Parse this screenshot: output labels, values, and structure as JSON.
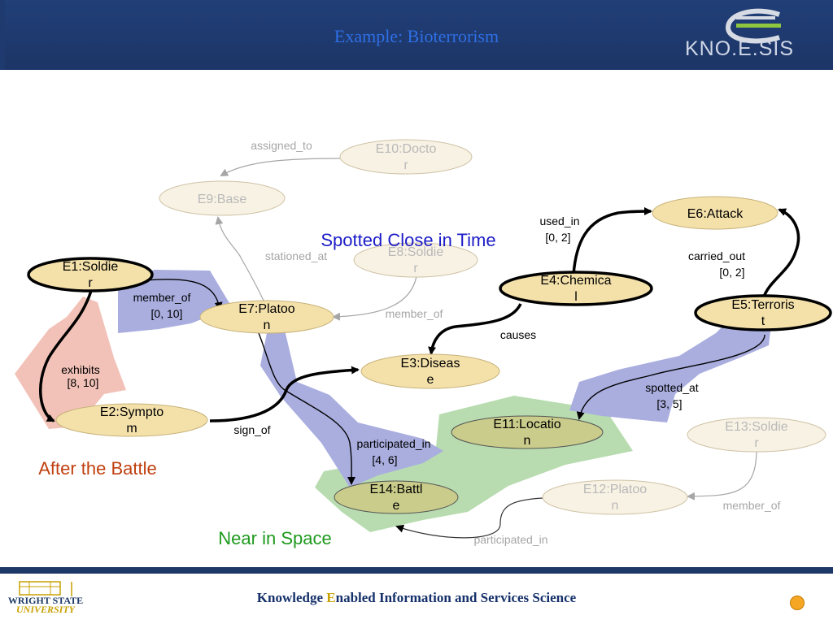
{
  "header": {
    "title": "Example: Bioterrorism",
    "logo_text": "KNO.E.SIS"
  },
  "footer": {
    "text_pre": "Knowledge ",
    "text_accent": "E",
    "text_post": "nabled Information and Services Science",
    "university_line1": "WRIGHT STATE",
    "university_line2": "UNIVERSITY"
  },
  "colors": {
    "node_active": "#f4e1aa",
    "node_faded": "#f8f2e4",
    "node_location": "#c9cc8a",
    "time_region": "#a9aedf",
    "space_region": "#b8dcb0",
    "battle_region": "#f2c2b8"
  },
  "nodes": {
    "e1": {
      "line1": "E1:Soldie",
      "line2": "r"
    },
    "e2": {
      "line1": "E2:Sympto",
      "line2": "m"
    },
    "e3": {
      "line1": "E3:Diseas",
      "line2": "e"
    },
    "e4": {
      "line1": "E4:Chemica",
      "line2": "l"
    },
    "e5": {
      "line1": "E5:Terroris",
      "line2": "t"
    },
    "e6": {
      "line1": "E6:Attack",
      "line2": ""
    },
    "e7": {
      "line1": "E7:Platoo",
      "line2": "n"
    },
    "e8": {
      "line1": "E8:Soldie",
      "line2": "r"
    },
    "e9": {
      "line1": "E9:Base",
      "line2": ""
    },
    "e10": {
      "line1": "E10:Docto",
      "line2": "r"
    },
    "e11": {
      "line1": "E11:Locatio",
      "line2": "n"
    },
    "e12": {
      "line1": "E12:Platoo",
      "line2": "n"
    },
    "e13": {
      "line1": "E13:Soldie",
      "line2": "r"
    },
    "e14": {
      "line1": "E14:Battl",
      "line2": "e"
    }
  },
  "edges": {
    "assigned_to": "assigned_to",
    "stationed_at": "stationed_at",
    "member_of_e8": "member_of",
    "member_of_e1_line1": "member_of",
    "member_of_e1_line2": "[0, 10]",
    "used_in_line1": "used_in",
    "used_in_line2": "[0, 2]",
    "carried_out_line1": "carried_out",
    "carried_out_line2": "[0, 2]",
    "causes": "causes",
    "exhibits_line1": "exhibits",
    "exhibits_line2": "[8, 10]",
    "sign_of": "sign_of",
    "spotted_at_line1": "spotted_at",
    "spotted_at_line2": "[3, 5]",
    "participated_in_line1": "participated_in",
    "participated_in_line2": "[4, 6]",
    "participated_in_e12": "participated_in",
    "member_of_e13": "member_of"
  },
  "regions": {
    "time": "Spotted Close in Time",
    "battle": "After the Battle",
    "space": "Near in Space"
  }
}
